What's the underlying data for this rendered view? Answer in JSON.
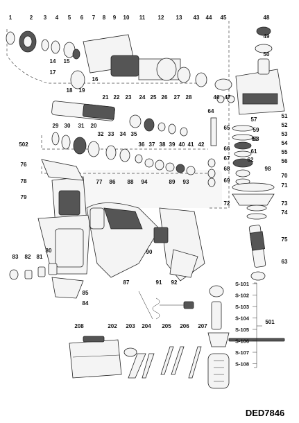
{
  "model_code": "DED7846",
  "callouts_top": [
    "1",
    "2",
    "3",
    "4",
    "5",
    "6",
    "7",
    "8",
    "9",
    "10",
    "11",
    "12",
    "13",
    "43",
    "44",
    "45",
    "48"
  ],
  "callouts_right": [
    "49",
    "50",
    "51",
    "52",
    "53",
    "54",
    "55",
    "56",
    "57",
    "58",
    "59",
    "60",
    "61",
    "62",
    "63",
    "64",
    "65",
    "66",
    "67",
    "68",
    "69",
    "70",
    "71",
    "72",
    "73",
    "74",
    "75",
    "98"
  ],
  "callouts_mid": [
    "14",
    "15",
    "16",
    "17",
    "18",
    "19",
    "20",
    "21",
    "22",
    "23",
    "24",
    "25",
    "26",
    "27",
    "28",
    "29",
    "30",
    "31",
    "32",
    "33",
    "34",
    "35",
    "36",
    "37",
    "38",
    "39",
    "40",
    "41",
    "42",
    "46",
    "47"
  ],
  "callouts_left": [
    "502",
    "76",
    "77",
    "78",
    "79",
    "80",
    "81",
    "82",
    "83",
    "84",
    "85",
    "86",
    "87",
    "88",
    "89",
    "90",
    "91",
    "92",
    "93",
    "94"
  ],
  "callouts_bottom": [
    "208",
    "202",
    "203",
    "204",
    "205",
    "206",
    "207",
    "501"
  ],
  "side_kit": [
    "S-101",
    "S-102",
    "S-103",
    "S-104",
    "S-105",
    "S-106",
    "S-107",
    "S-108"
  ]
}
